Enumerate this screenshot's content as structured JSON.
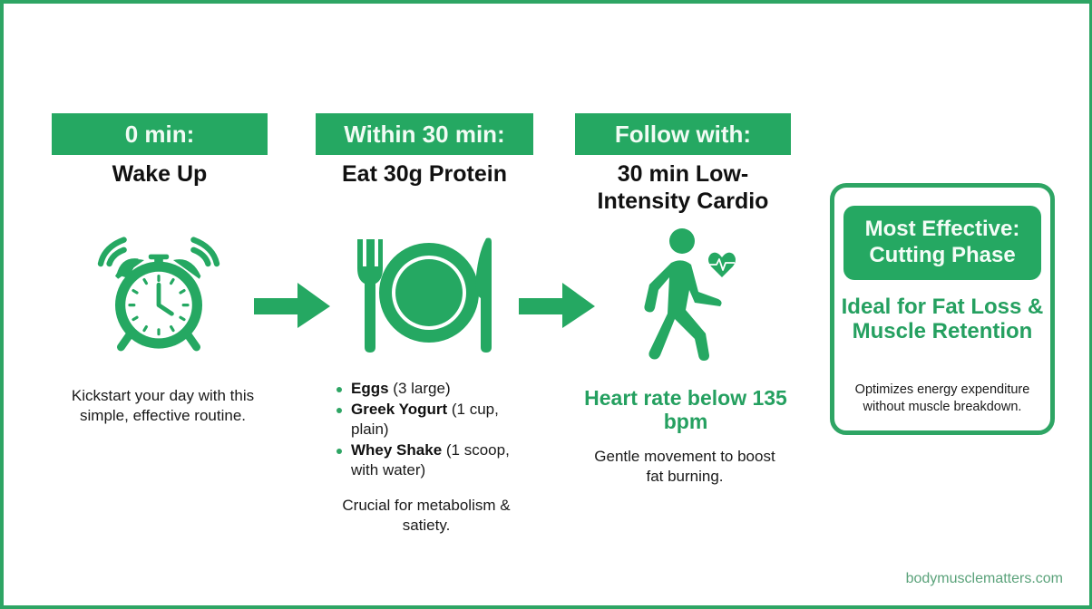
{
  "colors": {
    "accent": "#25a862",
    "border": "#2ea564",
    "text": "#111111",
    "footer": "#5aa27a"
  },
  "steps": [
    {
      "tag": "0 min:",
      "title": "Wake Up",
      "icon": "alarm-clock-icon",
      "description": "Kickstart your day with this simple, effective routine."
    },
    {
      "tag": "Within 30 min:",
      "title": "Eat 30g Protein",
      "icon": "plate-fork-knife-icon",
      "items": [
        {
          "name": "Eggs",
          "detail": "(3 large)"
        },
        {
          "name": "Greek Yogurt",
          "detail": "(1 cup, plain)"
        },
        {
          "name": "Whey Shake",
          "detail": "(1 scoop, with water)"
        }
      ],
      "description": "Crucial for metabolism & satiety."
    },
    {
      "tag": "Follow with:",
      "title": "30 min Low-Intensity Cardio",
      "icon": "walking-person-heart-icon",
      "highlight": "Heart rate below 135 bpm",
      "description": "Gentle movement to boost fat burning."
    }
  ],
  "arrows": [
    "arrow-right-icon",
    "arrow-right-icon"
  ],
  "card": {
    "heading": "Most Effective: Cutting Phase",
    "subheading": "Ideal for Fat Loss & Muscle Retention",
    "description": "Optimizes energy expenditure without muscle breakdown."
  },
  "footer": {
    "site": "bodymusclematters.com"
  }
}
